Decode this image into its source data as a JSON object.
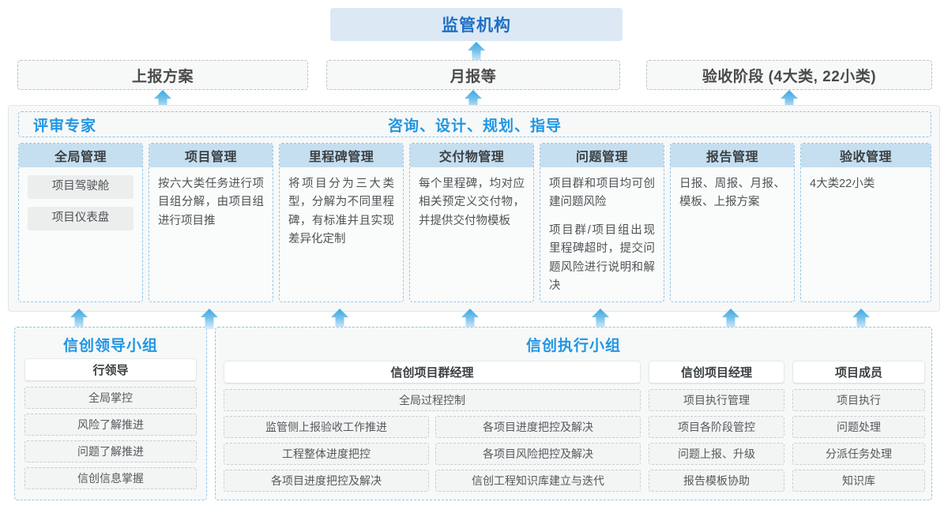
{
  "colors": {
    "accent": "#2196e3",
    "header_text": "#1f6fc4",
    "header_bg": "#dce9f5",
    "card_head_bg": "#c5dff0",
    "dashed_blue": "#8fc6ea",
    "dashed_grey": "#b9c0c4",
    "panel_bg": "#f7f8f8",
    "text": "#4f5356"
  },
  "top": {
    "authority": "监管机构",
    "channels": [
      {
        "label": "上报方案"
      },
      {
        "label": "月报等"
      },
      {
        "label": "验收阶段 (4大类, 22小类)"
      }
    ]
  },
  "middle": {
    "role_left": "评审专家",
    "role_center": "咨询、设计、规划、指导",
    "cards": [
      {
        "title": "全局管理",
        "pills": [
          "项目驾驶舱",
          "项目仪表盘"
        ],
        "paragraphs": []
      },
      {
        "title": "项目管理",
        "pills": [],
        "paragraphs": [
          "按六大类任务进行项目组分解，由项目组进行项目推"
        ]
      },
      {
        "title": "里程碑管理",
        "pills": [],
        "paragraphs": [
          "将项目分为三大类型，分解为不同里程碑，有标准并且实现差异化定制"
        ]
      },
      {
        "title": "交付物管理",
        "pills": [],
        "paragraphs": [
          "每个里程碑，均对应相关预定义交付物，并提供交付物模板"
        ]
      },
      {
        "title": "问题管理",
        "pills": [],
        "paragraphs": [
          "项目群和项目均可创建问题风险",
          "项目群/项目组出现里程碑超时，提交问题风险进行说明和解决"
        ]
      },
      {
        "title": "报告管理",
        "pills": [],
        "paragraphs": [
          "日报、周报、月报、模板、上报方案"
        ]
      },
      {
        "title": "验收管理",
        "pills": [],
        "paragraphs": [
          "4大类22小类"
        ]
      }
    ]
  },
  "bottom": {
    "leader_group": {
      "title": "信创领导小组",
      "role": "行领导",
      "tasks": [
        "全局掌控",
        "风险了解推进",
        "问题了解推进",
        "信创信息掌握"
      ]
    },
    "exec_group": {
      "title": "信创执行小组",
      "program_manager": {
        "role": "信创项目群经理",
        "wide_task": "全局过程控制",
        "left_tasks": [
          "监管侧上报验收工作推进",
          "工程整体进度把控",
          "各项目进度把控及解决"
        ],
        "right_tasks": [
          "各项目进度把控及解决",
          "各项目风险把控及解决",
          "信创工程知识库建立与迭代"
        ]
      },
      "project_manager": {
        "role": "信创项目经理",
        "tasks": [
          "项目执行管理",
          "项目各阶段管控",
          "问题上报、升级",
          "报告模板协助"
        ]
      },
      "member": {
        "role": "项目成员",
        "tasks": [
          "项目执行",
          "问题处理",
          "分派任务处理",
          "知识库"
        ]
      }
    }
  },
  "arrows": {
    "icon": "arrow-up-icon",
    "count_top": 3,
    "count_middle": 7
  }
}
